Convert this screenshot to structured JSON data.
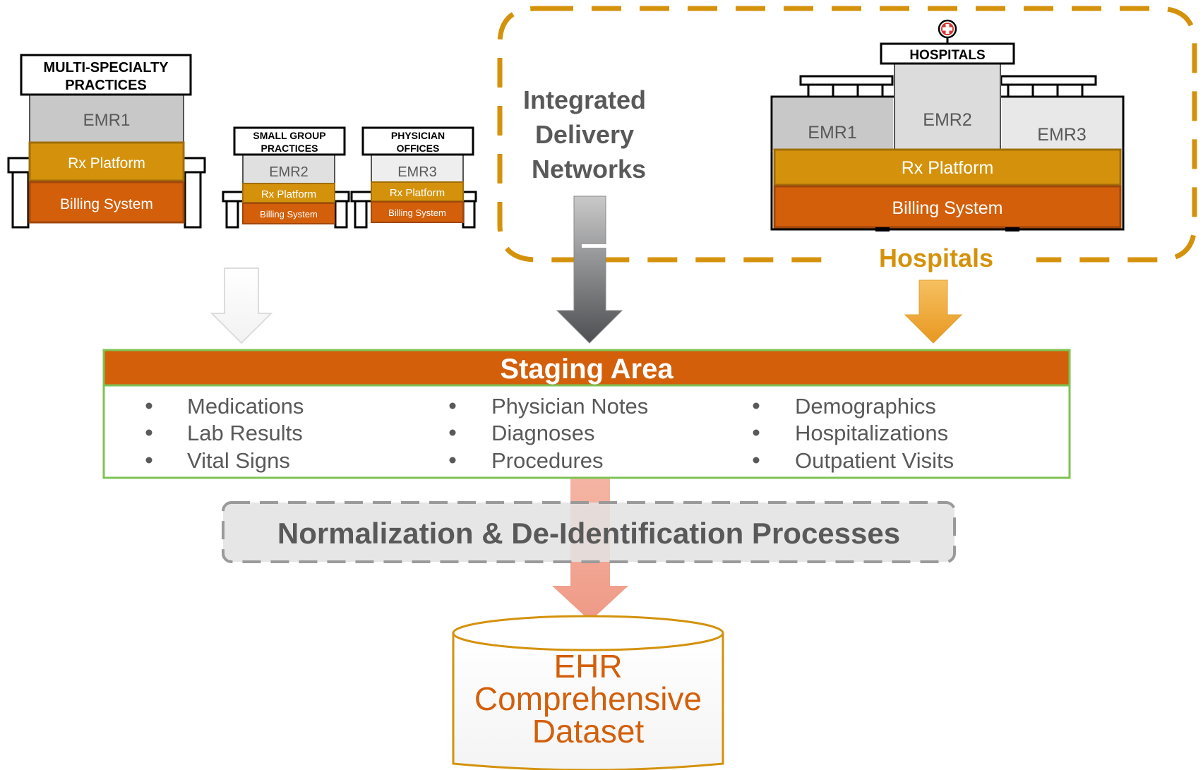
{
  "colors": {
    "gold": "#d4920c",
    "orange": "#d35f0a",
    "grey_emr": "#c8c8c8",
    "light_emr": "#e6e6e6",
    "green_border": "#7dc353",
    "arrow_salmon": "#f0a696",
    "text_grey": "#595959"
  },
  "multi": {
    "sign": [
      "MULTI-SPECIALTY",
      "PRACTICES"
    ],
    "emr": "EMR1",
    "rx": "Rx Platform",
    "billing": "Billing System"
  },
  "small": {
    "sign": [
      "SMALL GROUP",
      "PRACTICES"
    ],
    "emr": "EMR2",
    "rx": "Rx Platform",
    "billing": "Billing System"
  },
  "physician": {
    "sign": [
      "PHYSICIAN",
      "OFFICES"
    ],
    "emr": "EMR3",
    "rx": "Rx Platform",
    "billing": "Billing System"
  },
  "idn": {
    "label": [
      "Integrated",
      "Delivery",
      "Networks"
    ]
  },
  "hospital": {
    "sign": "HOSPITALS",
    "emr1": "EMR1",
    "emr2": "EMR2",
    "emr3": "EMR3",
    "rx": "Rx Platform",
    "billing": "Billing System",
    "label": "Hospitals",
    "icon": "red-cross-icon"
  },
  "staging": {
    "title": "Staging Area",
    "columns": [
      [
        "Medications",
        "Lab Results",
        "Vital Signs"
      ],
      [
        "Physician Notes",
        "Diagnoses",
        "Procedures"
      ],
      [
        "Demographics",
        "Hospitalizations",
        "Outpatient Visits"
      ]
    ]
  },
  "normalization": {
    "label": "Normalization & De-Identification Processes"
  },
  "dataset": {
    "label": [
      "EHR",
      "Comprehensive",
      "Dataset"
    ]
  }
}
